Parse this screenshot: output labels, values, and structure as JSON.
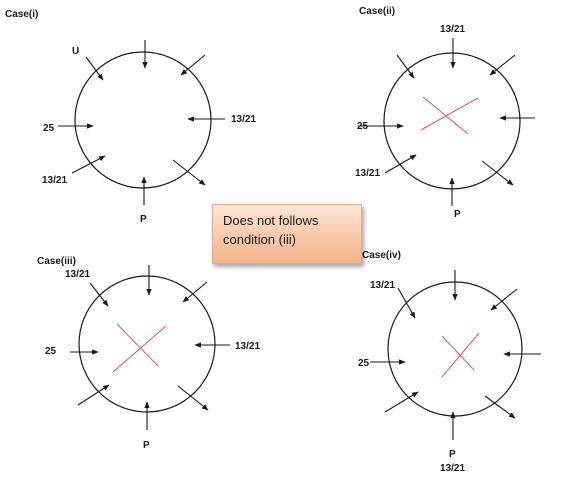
{
  "cases": [
    {
      "title": "Case(i)",
      "labels": {
        "u": "U",
        "left": "25",
        "right": "13/21",
        "bottom_left": "13/21",
        "bottom": "P"
      },
      "crossed": false
    },
    {
      "title": "Case(ii)",
      "labels": {
        "top": "13/21",
        "left": "25",
        "bottom_left": "13/21",
        "bottom": "P"
      },
      "crossed": true
    },
    {
      "title": "Case(iii)",
      "labels": {
        "top_left": "13/21",
        "left": "25",
        "right": "13/21",
        "bottom": "P"
      },
      "crossed": true
    },
    {
      "title": "Case(iv)",
      "labels": {
        "top_left": "13/21",
        "left": "25",
        "bottom": "P",
        "bottom2": "13/21"
      },
      "crossed": true
    }
  ],
  "note": {
    "line1": "Does not follows",
    "line2": "condition (iii)"
  },
  "colors": {
    "ink": "#1a1a1a",
    "cross": "#e0606a",
    "note_fill": "#f8c8a8",
    "note_border": "#e8a98a"
  }
}
